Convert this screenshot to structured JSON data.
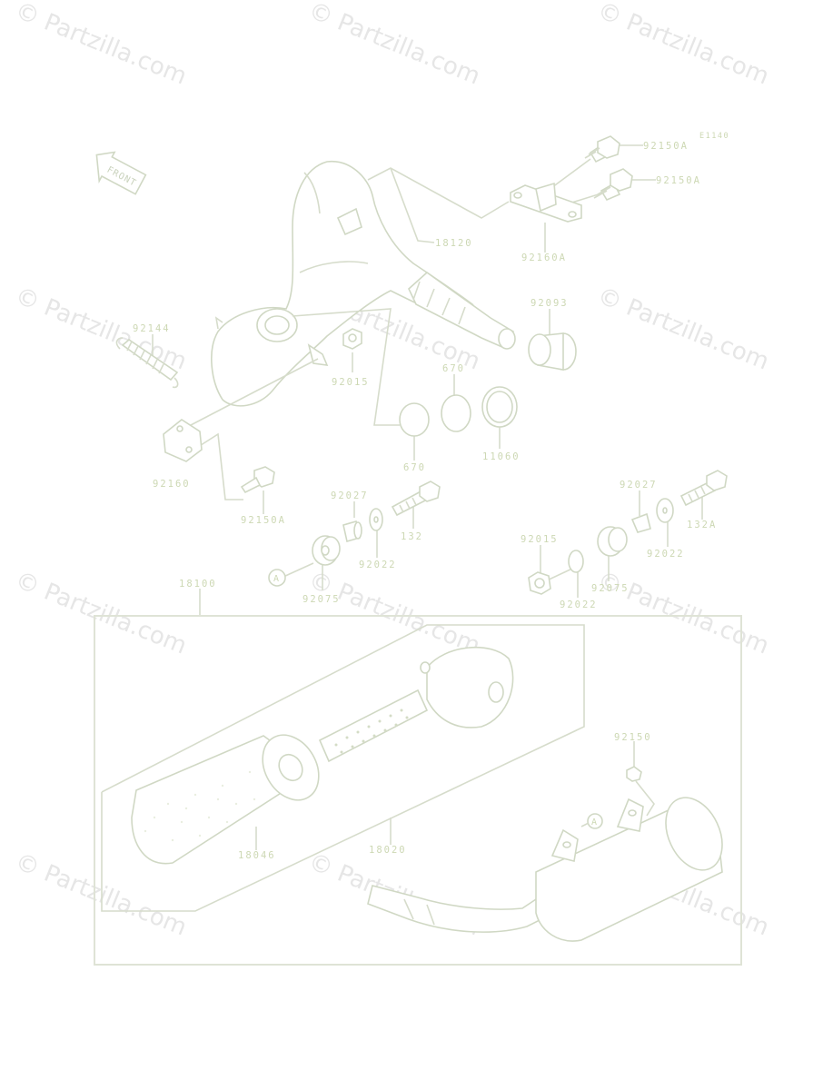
{
  "watermark": "© Partzilla.com",
  "diagram_code": "E1140",
  "front_badge": "FRONT",
  "callout": "A",
  "labels": {
    "p92150A_1": "92150A",
    "p92150A_2": "92150A",
    "p18120": "18120",
    "p92160A": "92160A",
    "p92093": "92093",
    "p92144": "92144",
    "p92015_left": "92015",
    "p670_top": "670",
    "p670_bottom": "670",
    "p11060": "11060",
    "p92160": "92160",
    "p92150A_3": "92150A",
    "p92027_left": "92027",
    "p132": "132",
    "p92022_left": "92022",
    "p92075_left": "92075",
    "p18100": "18100",
    "p92027_right": "92027",
    "p132A": "132A",
    "p92015_right": "92015",
    "p92022_right_top": "92022",
    "p92075_right": "92075",
    "p92022_right_bottom": "92022",
    "p92150": "92150",
    "p18046": "18046",
    "p18020": "18020"
  }
}
